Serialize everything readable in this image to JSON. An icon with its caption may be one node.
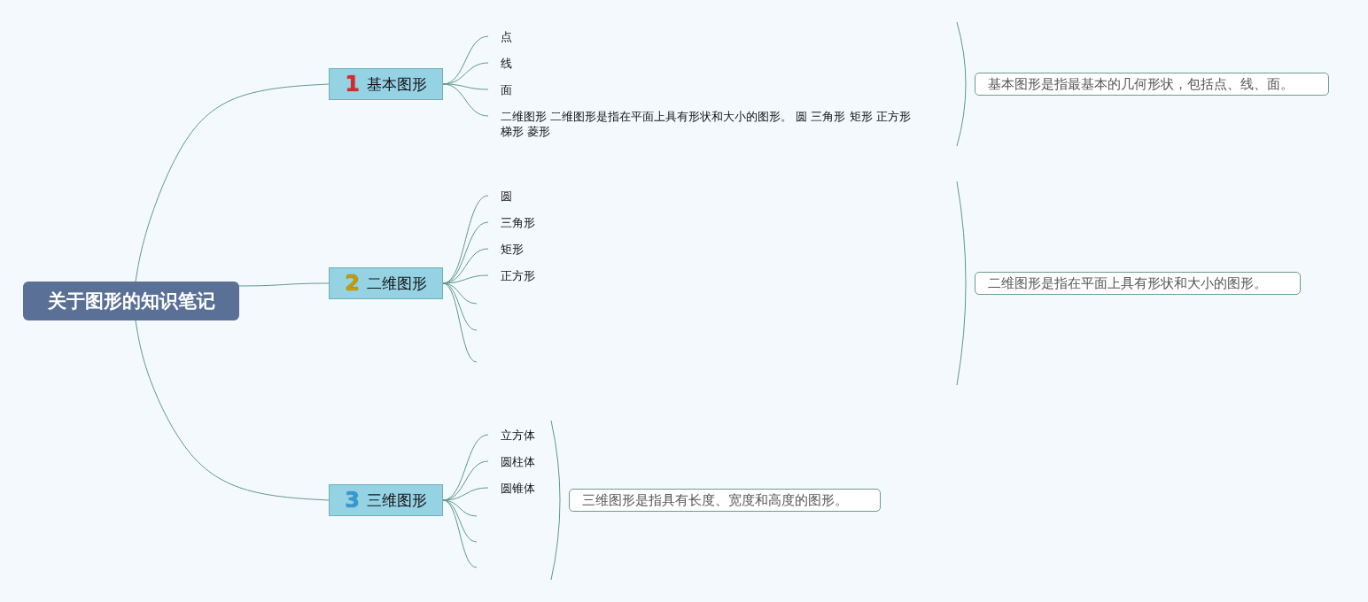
{
  "diagram": {
    "nodes": [
      {
        "text": [
          "关于图形的知识笔记"
        ]
      },
      {
        "text": [
          "1",
          "基本图形"
        ]
      },
      {
        "text": [
          "点"
        ]
      },
      {
        "text": [
          "线"
        ]
      },
      {
        "text": [
          "面"
        ]
      },
      {
        "text": [
          "二维图形 二维图形是指在平面上具有形状和大小的图形。 圆 三角形 矩形 正方形梯形 菱形"
        ]
      },
      {
        "text": [
          "基本图形是指最基本的几何形状，包括点、线、面。"
        ]
      },
      {
        "text": [
          "2",
          "二维图形"
        ]
      },
      {
        "text": [
          "圆"
        ]
      },
      {
        "text": [
          "三角形"
        ]
      },
      {
        "text": [
          "矩形"
        ]
      },
      {
        "text": [
          "正方形"
        ]
      },
      {
        "text": [
          "二维图形是指在平面上具有形状和大小的图形。"
        ]
      },
      {
        "text": [
          "3",
          "三维图形"
        ]
      },
      {
        "text": [
          "立方体"
        ]
      },
      {
        "text": [
          "圆柱体"
        ]
      },
      {
        "text": [
          "圆锥体"
        ]
      },
      {
        "text": [
          "三维图形是指具有长度、宽度和高度的图形。"
        ]
      }
    ],
    "edges": [
      {
        "from": 0,
        "to": 1,
        "arrow": "none"
      },
      {
        "from": 0,
        "to": 7,
        "arrow": "none"
      },
      {
        "from": 0,
        "to": 13,
        "arrow": "none"
      },
      {
        "from": 1,
        "to": 2,
        "arrow": "none"
      },
      {
        "from": 1,
        "to": 3,
        "arrow": "none"
      },
      {
        "from": 1,
        "to": 4,
        "arrow": "none"
      },
      {
        "from": 1,
        "to": 5,
        "arrow": "none"
      },
      {
        "from": 7,
        "to": 8,
        "arrow": "none"
      },
      {
        "from": 7,
        "to": 9,
        "arrow": "none"
      },
      {
        "from": 7,
        "to": 10,
        "arrow": "none"
      },
      {
        "from": 7,
        "to": 11,
        "arrow": "none"
      },
      {
        "from": 7,
        "to": null,
        "arrow": "none"
      },
      {
        "from": 7,
        "to": null,
        "arrow": "none"
      },
      {
        "from": 7,
        "to": null,
        "arrow": "none"
      },
      {
        "from": 13,
        "to": 14,
        "arrow": "none"
      },
      {
        "from": 13,
        "to": 15,
        "arrow": "none"
      },
      {
        "from": 13,
        "to": 16,
        "arrow": "none"
      },
      {
        "from": 13,
        "to": null,
        "arrow": "none"
      },
      {
        "from": 13,
        "to": null,
        "arrow": "none"
      },
      {
        "from": 13,
        "to": null,
        "arrow": "none"
      }
    ]
  }
}
